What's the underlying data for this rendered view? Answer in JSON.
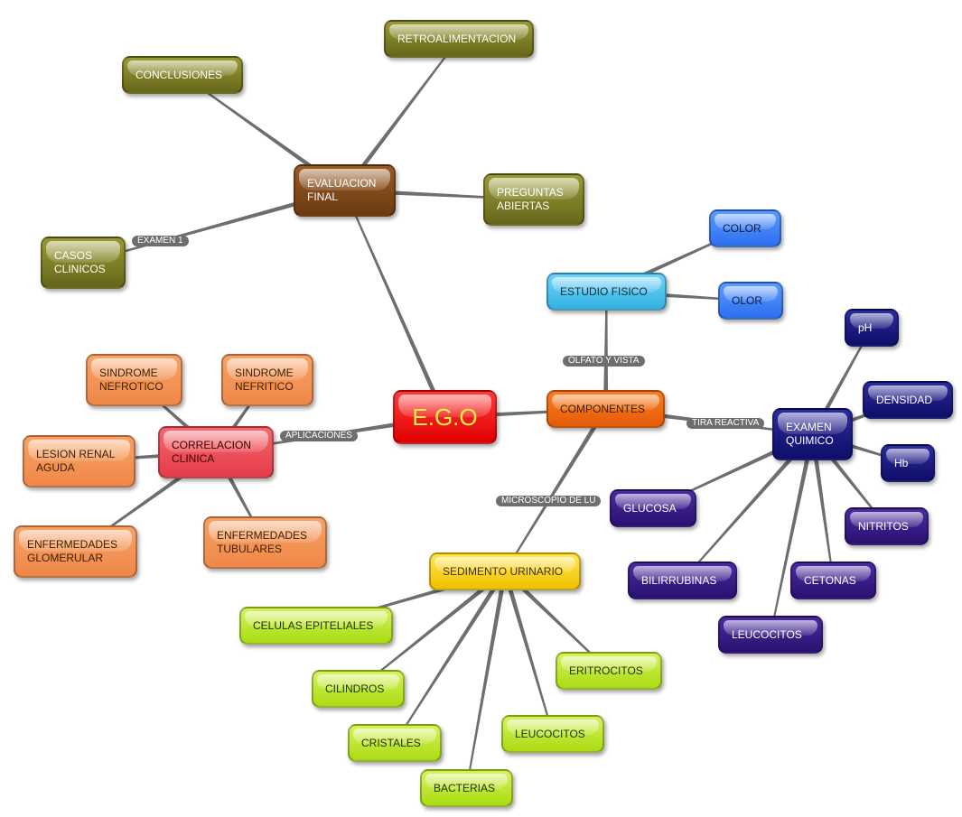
{
  "nodes": {
    "ego": "E.G.O",
    "evaluacion_final": "EVALUACION\nFINAL",
    "retroalimentacion": "RETROALIMENTACION",
    "conclusiones": "CONCLUSIONES",
    "preguntas_abiertas": "PREGUNTAS\nABIERTAS",
    "casos_clinicos": "CASOS\nCLINICOS",
    "componentes": "COMPONENTES",
    "estudio_fisico": "ESTUDIO FISICO",
    "color": "COLOR",
    "olor": "OLOR",
    "examen_quimico": "EXAMEN\nQUIMICO",
    "ph": "pH",
    "densidad": "DENSIDAD",
    "hb": "Hb",
    "nitritos": "NITRITOS",
    "cetonas": "CETONAS",
    "leucocitos_quimico": "LEUCOCITOS",
    "bilirrubinas": "BILIRRUBINAS",
    "glucosa": "GLUCOSA",
    "sedimento_urinario": "SEDIMENTO URINARIO",
    "celulas_epiteliales": "CELULAS EPITELIALES",
    "cilindros": "CILINDROS",
    "cristales": "CRISTALES",
    "bacterias": "BACTERIAS",
    "leucocitos_sedimento": "LEUCOCITOS",
    "eritrocitos": "ERITROCITOS",
    "correlacion_clinica": "CORRELACION\nCLINICA",
    "sindrome_nefrotico": "SINDROME\nNEFROTICO",
    "sindrome_nefritico": "SINDROME\nNEFRITICO",
    "lesion_renal_aguda": "LESION RENAL\nAGUDA",
    "enfermedades_glomerular": "ENFERMEDADES\nGLOMERULAR",
    "enfermedades_tubulares": "ENFERMEDADES\nTUBULARES"
  },
  "edge_labels": {
    "examen_1": "EXAMEN 1",
    "olfato_y_vista": "OLFATO Y VISTA",
    "tira_reactiva": "TIRA REACTIVA",
    "microscopio": "MICROSCOPIO DE LU",
    "aplicaciones": "APLICACIONES"
  },
  "links": [
    [
      "ego",
      "evaluacion_final"
    ],
    [
      "evaluacion_final",
      "retroalimentacion"
    ],
    [
      "evaluacion_final",
      "conclusiones"
    ],
    [
      "evaluacion_final",
      "preguntas_abiertas"
    ],
    [
      "evaluacion_final",
      "casos_clinicos"
    ],
    [
      "ego",
      "componentes"
    ],
    [
      "componentes",
      "estudio_fisico"
    ],
    [
      "estudio_fisico",
      "color"
    ],
    [
      "estudio_fisico",
      "olor"
    ],
    [
      "componentes",
      "examen_quimico"
    ],
    [
      "examen_quimico",
      "ph"
    ],
    [
      "examen_quimico",
      "densidad"
    ],
    [
      "examen_quimico",
      "hb"
    ],
    [
      "examen_quimico",
      "nitritos"
    ],
    [
      "examen_quimico",
      "cetonas"
    ],
    [
      "examen_quimico",
      "leucocitos_quimico"
    ],
    [
      "examen_quimico",
      "bilirrubinas"
    ],
    [
      "examen_quimico",
      "glucosa"
    ],
    [
      "componentes",
      "sedimento_urinario"
    ],
    [
      "sedimento_urinario",
      "celulas_epiteliales"
    ],
    [
      "sedimento_urinario",
      "cilindros"
    ],
    [
      "sedimento_urinario",
      "cristales"
    ],
    [
      "sedimento_urinario",
      "bacterias"
    ],
    [
      "sedimento_urinario",
      "leucocitos_sedimento"
    ],
    [
      "sedimento_urinario",
      "eritrocitos"
    ],
    [
      "ego",
      "correlacion_clinica"
    ],
    [
      "correlacion_clinica",
      "sindrome_nefrotico"
    ],
    [
      "correlacion_clinica",
      "sindrome_nefritico"
    ],
    [
      "correlacion_clinica",
      "lesion_renal_aguda"
    ],
    [
      "correlacion_clinica",
      "enfermedades_glomerular"
    ],
    [
      "correlacion_clinica",
      "enfermedades_tubulares"
    ]
  ]
}
